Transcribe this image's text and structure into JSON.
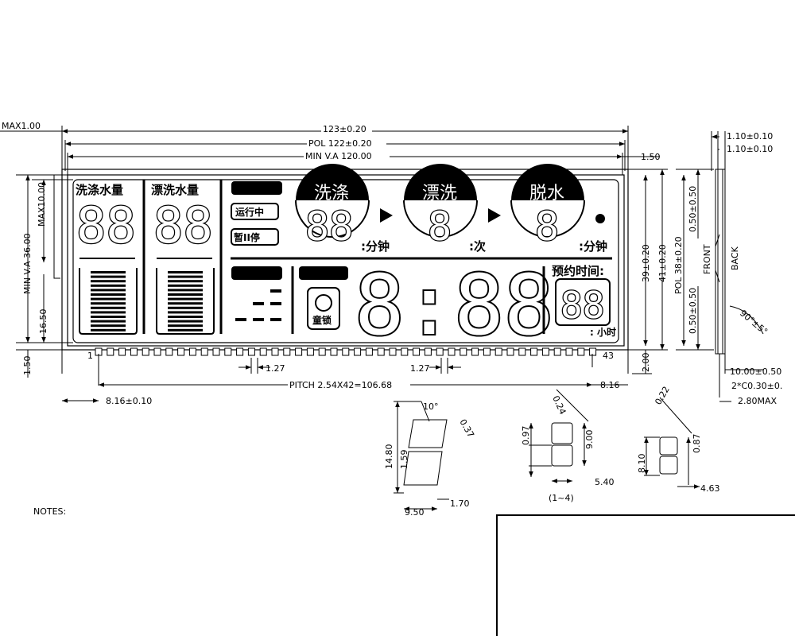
{
  "dimensions": {
    "max_thickness": "MAX1.00",
    "total_width": "123±0.20",
    "pol_width": "POL 122±0.20",
    "va_width": "MIN V.A 120.00",
    "right_margin": "1.50",
    "height_total": "41±0.20",
    "height_inner": "39±0.20",
    "pol_height": "POL 38±0.20",
    "va_height": "MIN V.A 36.00",
    "max10": "MAX10.00",
    "height_1650": "16.50",
    "bottom_150": "1.50",
    "pin_gap_a": "1.27",
    "pin_gap_b": "1.27",
    "pitch": "PITCH 2.54X42=106.68",
    "left_offset": "8.16±0.10",
    "right_offset": "8.16",
    "pin_height": "2.00",
    "side_t1": "1.10±0.10",
    "side_t2": "1.10±0.10",
    "pol_margin_top": "0.50±0.50",
    "pol_margin_bottom": "0.50±0.50",
    "front": "FRONT",
    "back": "BACK",
    "angle": "90°±5°",
    "pin_len": "10.00±0.50",
    "chamfer": "2*C0.30±0.",
    "max_side": "2.80MAX",
    "pin_first": "1",
    "pin_last": "43"
  },
  "lcd": {
    "wash_water": "洗涤水量",
    "rinse_water": "漂洗水量",
    "running": "运行中",
    "pause": "暂II停",
    "wash": "洗涤",
    "rinse": "漂洗",
    "spin": "脱水",
    "wash_digits": "88",
    "rinse_digit": "8",
    "spin_digit": "8",
    "unit_min_1": ":分钟",
    "unit_times": ":次",
    "unit_min_2": ":分钟",
    "left_digits": "88",
    "mid_digits": "88",
    "clock": "8:88",
    "reserve": "预约时间:",
    "reserve_digits": "88",
    "reserve_unit": ": 小时",
    "child_lock": "童锁"
  },
  "segment_details": {
    "big_angle": "10°",
    "big_stroke": "0.37",
    "big_h": "14.80",
    "big_mid": "1.59",
    "big_w": "9.50",
    "big_gap": "1.70",
    "mid_stroke": "0.24",
    "mid_h1": "0.97",
    "mid_h": "9.00",
    "mid_w": "5.40",
    "mid_caption": "(1~4)",
    "small_stroke": "0.22",
    "small_h": "8.10",
    "small_s": "0.87",
    "small_w": "4.63"
  },
  "notes": "NOTES:"
}
